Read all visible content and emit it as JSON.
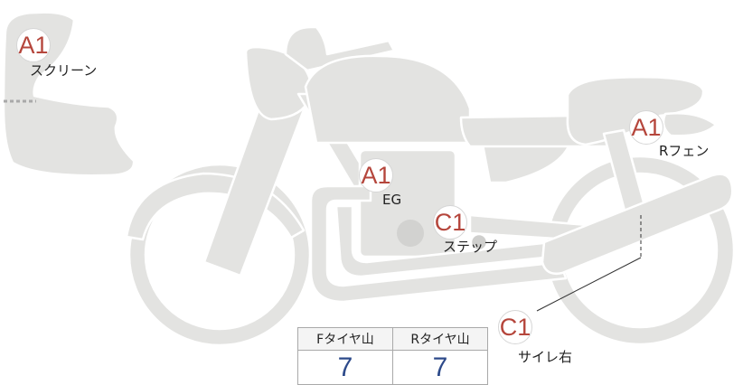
{
  "parts": [
    {
      "id": "screen",
      "grade": "A1",
      "label": "スクリーン"
    },
    {
      "id": "rear-fender",
      "grade": "A1",
      "label": "Rフェン"
    },
    {
      "id": "engine",
      "grade": "A1",
      "label": "EG"
    },
    {
      "id": "step",
      "grade": "C1",
      "label": "ステップ"
    },
    {
      "id": "muffler-right",
      "grade": "C1",
      "label": "サイレ右"
    }
  ],
  "tire_table": {
    "headers": [
      "Fタイヤ山",
      "Rタイヤ山"
    ],
    "values": [
      "7",
      "7"
    ]
  },
  "colors": {
    "body_fill": "#e3e3e1",
    "outline": "#ffffff",
    "grade_text": "#b5463c",
    "value_text": "#2d4a8a"
  }
}
